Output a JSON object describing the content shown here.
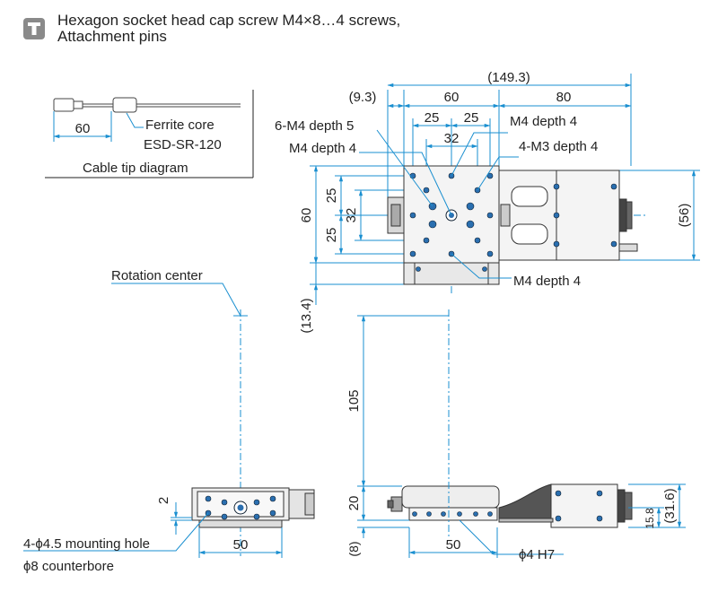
{
  "header": {
    "line1": "Hexagon socket head cap screw M4×8…4 screws,",
    "line2": "Attachment pins",
    "icon": "screw-icon"
  },
  "cable_tip": {
    "dimension": "60",
    "ferrite_label": "Ferrite core",
    "part_number": "ESD-SR-120",
    "caption": "Cable tip diagram"
  },
  "top_view": {
    "overall_width": "(149.3)",
    "left_offset": "(9.3)",
    "body_width": "60",
    "motor_length": "80",
    "hole_pitch_left": "25",
    "hole_pitch_right": "25",
    "inner_pitch": "32",
    "labels": {
      "m4_depth_4_top": "M4 depth 4",
      "six_m4_depth_5": "6-M4 depth 5",
      "four_m3_depth_4": "4-M3 depth 4",
      "m4_depth_4_left": "M4 depth 4",
      "m4_depth_4_bottom": "M4 depth 4"
    },
    "vertical_25_top": "25",
    "vertical_25_bottom": "25",
    "vertical_32": "32",
    "vertical_60": "60",
    "motor_height": "(56)",
    "offset_bottom": "(13.4)"
  },
  "rotation_center_label": "Rotation center",
  "side_views": {
    "distance": "105",
    "height_20": "20",
    "depth_8": "(8)",
    "width_50_front": "50",
    "width_50_side": "50",
    "height_2": "2",
    "height_15_8": "15.8",
    "total_height": "(31.6)",
    "pin_label": "ϕ4 H7",
    "mounting_hole_label": "4-ϕ4.5 mounting hole",
    "counterbore_label": "ϕ8 counterbore"
  }
}
